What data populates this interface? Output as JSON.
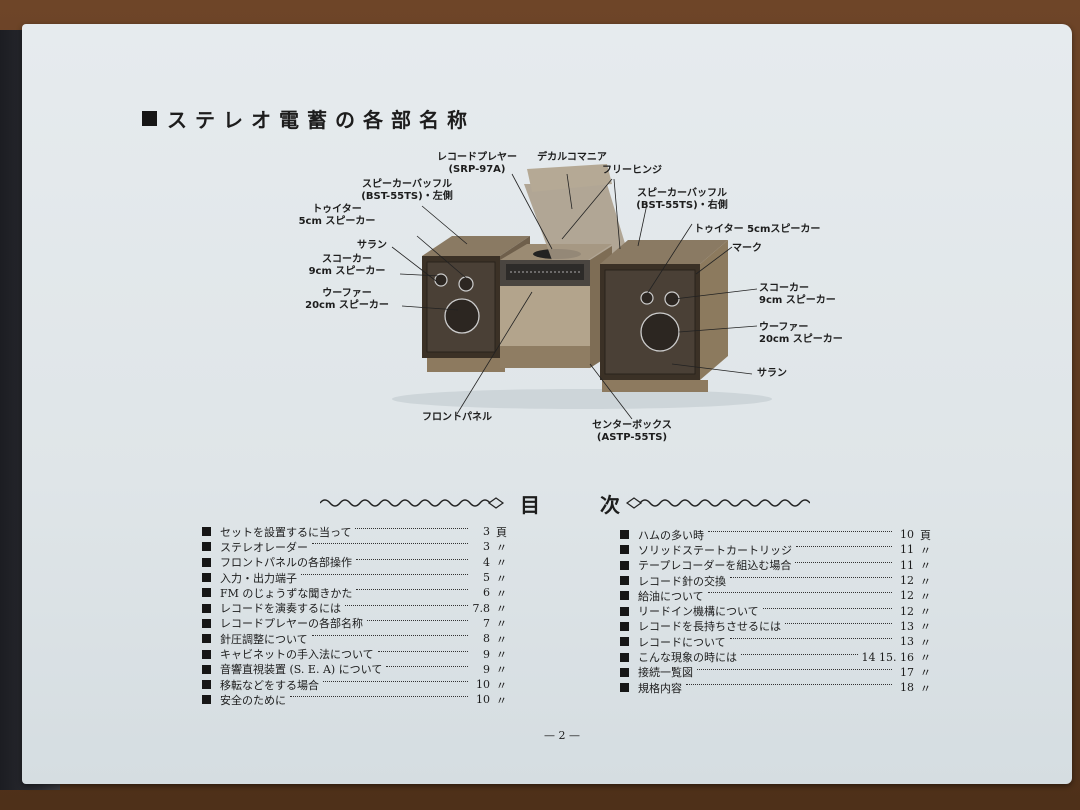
{
  "section_title": "ステレオ電蓄の各部名称",
  "diagram": {
    "labels": {
      "record_player": "レコードプレヤー",
      "record_player_model": "(SRP-97A)",
      "decal": "デカルコマニア",
      "free_hinge": "フリーヒンジ",
      "baffle_left": "スピーカーバッフル",
      "baffle_left_model": "(BST-55TS)・左側",
      "baffle_right": "スピーカーバッフル",
      "baffle_right_model": "(BST-55TS)・右側",
      "tweeter_left_1": "トゥイター",
      "tweeter_left_2": "5cm スピーカー",
      "tweeter_right": "トゥイター 5cmスピーカー",
      "saran_left": "サラン",
      "saran_right": "サラン",
      "mark": "マーク",
      "squawker_left_1": "スコーカー",
      "squawker_left_2": "9cm スピーカー",
      "squawker_right_1": "スコーカー",
      "squawker_right_2": "9cm スピーカー",
      "woofer_left_1": "ウーファー",
      "woofer_left_2": "20cm スピーカー",
      "woofer_right_1": "ウーファー",
      "woofer_right_2": "20cm スピーカー",
      "front_panel": "フロントパネル",
      "center_box": "センターボックス",
      "center_box_model": "(ASTP-55TS)"
    }
  },
  "toc": {
    "heading_1": "目",
    "heading_2": "次",
    "left": [
      {
        "title": "セットを設置するに当って",
        "page": "3",
        "unit": "頁"
      },
      {
        "title": "ステレオレーダー",
        "page": "3",
        "unit": "〃"
      },
      {
        "title": "フロントパネルの各部操作",
        "page": "4",
        "unit": "〃"
      },
      {
        "title": "入力・出力端子",
        "page": "5",
        "unit": "〃"
      },
      {
        "title": "FM のじょうずな聞きかた",
        "page": "6",
        "unit": "〃"
      },
      {
        "title": "レコードを演奏するには",
        "page": "7.8",
        "unit": "〃"
      },
      {
        "title": "レコードプレヤーの各部名称",
        "page": "7",
        "unit": "〃"
      },
      {
        "title": "針圧調整について",
        "page": "8",
        "unit": "〃"
      },
      {
        "title": "キャビネットの手入法について",
        "page": "9",
        "unit": "〃"
      },
      {
        "title": "音響直視装置 (S. E. A) について",
        "page": "9",
        "unit": "〃"
      },
      {
        "title": "移転などをする場合",
        "page": "10",
        "unit": "〃"
      },
      {
        "title": "安全のために",
        "page": "10",
        "unit": "〃"
      }
    ],
    "right": [
      {
        "title": "ハムの多い時",
        "page": "10",
        "unit": "頁"
      },
      {
        "title": "ソリッドステートカートリッジ",
        "page": "11",
        "unit": "〃"
      },
      {
        "title": "テープレコーダーを組込む場合",
        "page": "11",
        "unit": "〃"
      },
      {
        "title": "レコード針の交換",
        "page": "12",
        "unit": "〃"
      },
      {
        "title": "給油について",
        "page": "12",
        "unit": "〃"
      },
      {
        "title": "リードイン機構について",
        "page": "12",
        "unit": "〃"
      },
      {
        "title": "レコードを長持ちさせるには",
        "page": "13",
        "unit": "〃"
      },
      {
        "title": "レコードについて",
        "page": "13",
        "unit": "〃"
      },
      {
        "title": "こんな現象の時には",
        "page": "14 15. 16",
        "unit": "〃"
      },
      {
        "title": "接続一覧図",
        "page": "17",
        "unit": "〃"
      },
      {
        "title": "規格内容",
        "page": "18",
        "unit": "〃"
      }
    ]
  },
  "page_number": "— 2 —"
}
